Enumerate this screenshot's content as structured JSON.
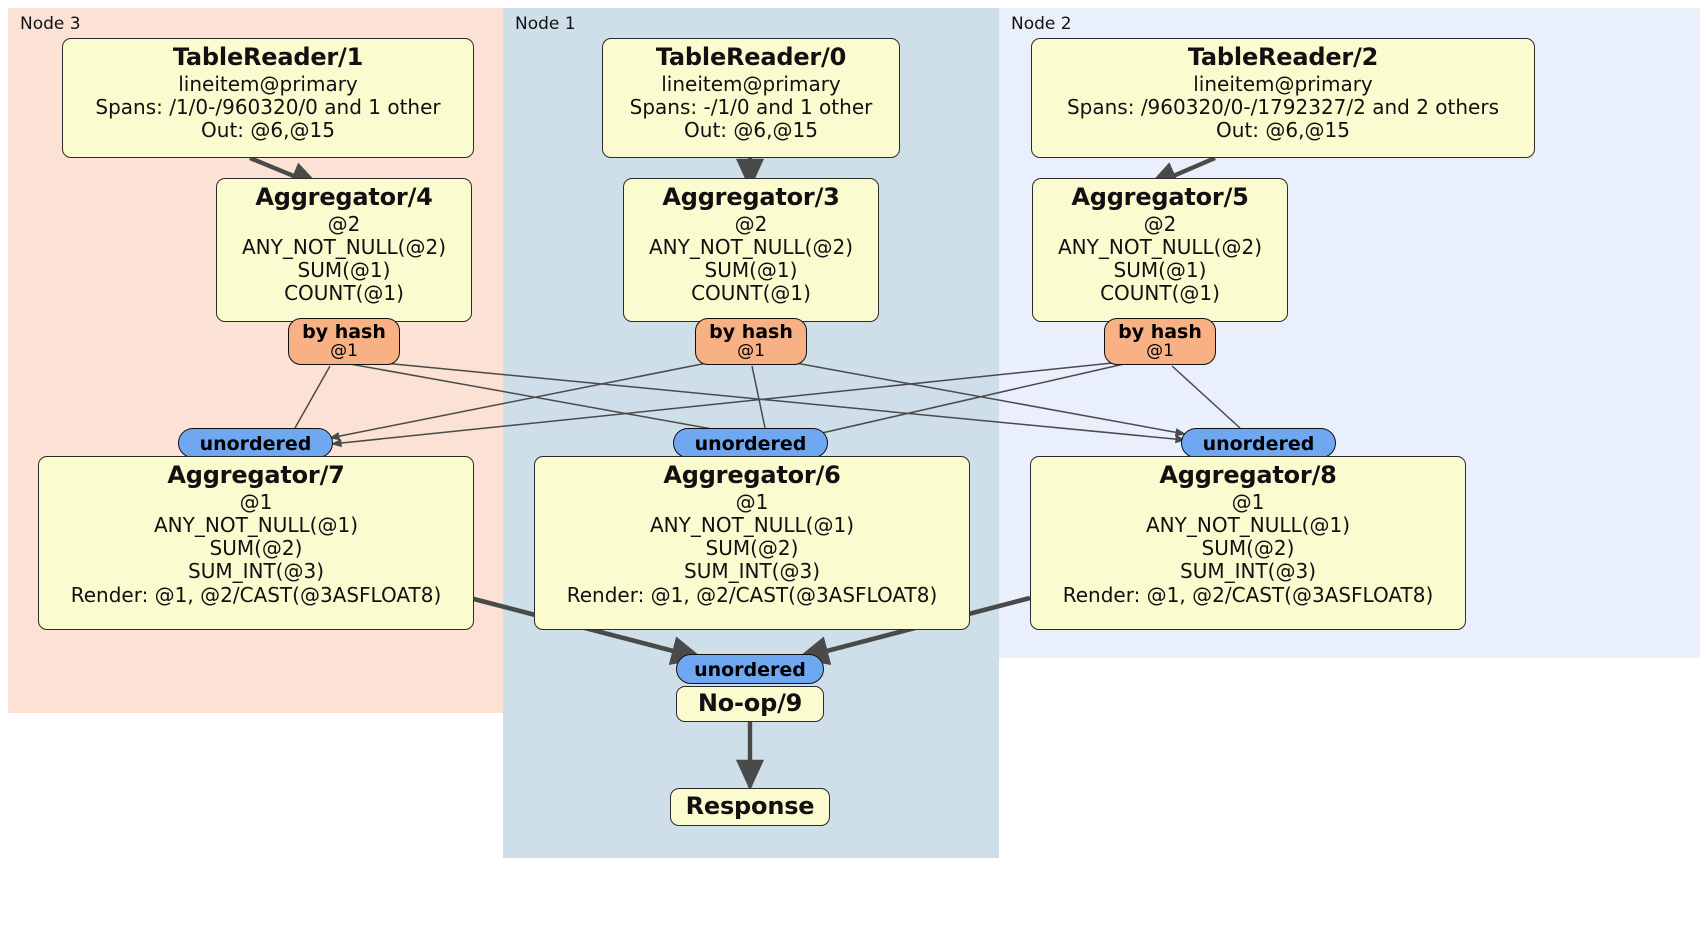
{
  "diagram": {
    "type": "distributed-query-plan",
    "colors": {
      "node3_panel": "#fbe2d5",
      "node1_panel": "#cfdfea",
      "node2_panel": "#eaf0fb",
      "processor_box": "#fbfbd0",
      "hash_badge": "#f7b184",
      "unordered_badge": "#6fa8f0",
      "edge": "#4a4a4a"
    },
    "panels": [
      {
        "name": "node3",
        "label": "Node 3"
      },
      {
        "name": "node1",
        "label": "Node 1"
      },
      {
        "name": "node2",
        "label": "Node 2"
      }
    ],
    "processors": {
      "tablereader1": {
        "title": "TableReader/1",
        "l1": "lineitem@primary",
        "l2": "Spans: /1/0-/960320/0 and 1 other",
        "l3": "Out: @6,@15"
      },
      "tablereader0": {
        "title": "TableReader/0",
        "l1": "lineitem@primary",
        "l2": "Spans: -/1/0 and 1 other",
        "l3": "Out: @6,@15"
      },
      "tablereader2": {
        "title": "TableReader/2",
        "l1": "lineitem@primary",
        "l2": "Spans: /960320/0-/1792327/2 and 2 others",
        "l3": "Out: @6,@15"
      },
      "aggregator4": {
        "title": "Aggregator/4",
        "l1": "@2",
        "l2": "ANY_NOT_NULL(@2)",
        "l3": "SUM(@1)",
        "l4": "COUNT(@1)"
      },
      "aggregator3": {
        "title": "Aggregator/3",
        "l1": "@2",
        "l2": "ANY_NOT_NULL(@2)",
        "l3": "SUM(@1)",
        "l4": "COUNT(@1)"
      },
      "aggregator5": {
        "title": "Aggregator/5",
        "l1": "@2",
        "l2": "ANY_NOT_NULL(@2)",
        "l3": "SUM(@1)",
        "l4": "COUNT(@1)"
      },
      "aggregator7": {
        "title": "Aggregator/7",
        "l1": "@1",
        "l2": "ANY_NOT_NULL(@1)",
        "l3": "SUM(@2)",
        "l4": "SUM_INT(@3)",
        "l5": "Render: @1, @2/CAST(@3ASFLOAT8)"
      },
      "aggregator6": {
        "title": "Aggregator/6",
        "l1": "@1",
        "l2": "ANY_NOT_NULL(@1)",
        "l3": "SUM(@2)",
        "l4": "SUM_INT(@3)",
        "l5": "Render: @1, @2/CAST(@3ASFLOAT8)"
      },
      "aggregator8": {
        "title": "Aggregator/8",
        "l1": "@1",
        "l2": "ANY_NOT_NULL(@1)",
        "l3": "SUM(@2)",
        "l4": "SUM_INT(@3)",
        "l5": "Render: @1, @2/CAST(@3ASFLOAT8)"
      },
      "noop9": {
        "title": "No-op/9"
      },
      "response": {
        "title": "Response"
      }
    },
    "badges": {
      "hash_left": {
        "kind": "by hash",
        "col": "@1"
      },
      "hash_mid": {
        "kind": "by hash",
        "col": "@1"
      },
      "hash_right": {
        "kind": "by hash",
        "col": "@1"
      },
      "unordered_left": {
        "kind": "unordered"
      },
      "unordered_mid": {
        "kind": "unordered"
      },
      "unordered_right": {
        "kind": "unordered"
      },
      "unordered_final": {
        "kind": "unordered"
      }
    }
  }
}
